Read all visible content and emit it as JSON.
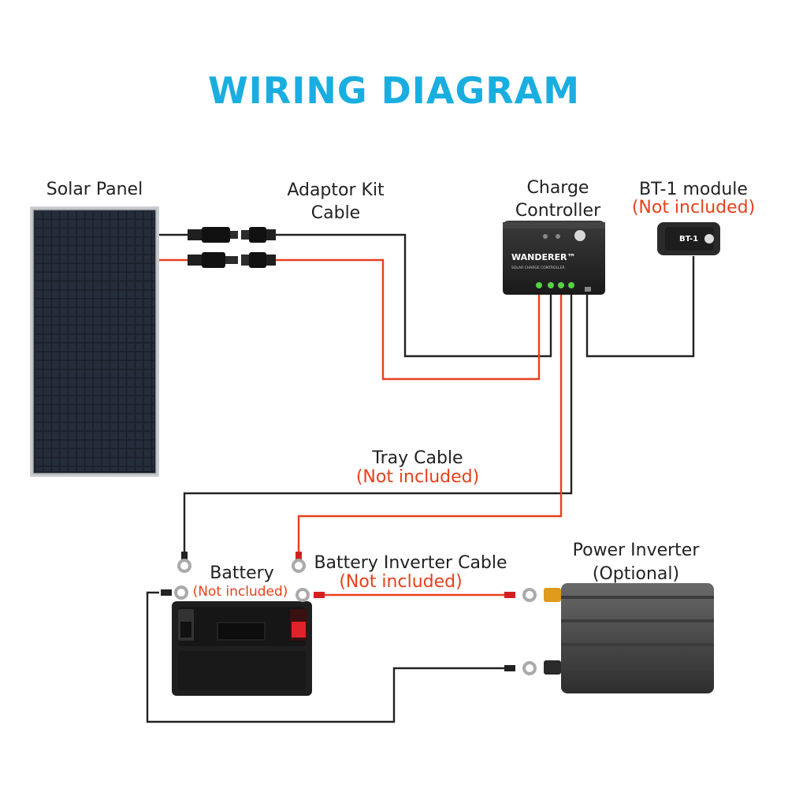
{
  "title": "WIRING DIAGRAM",
  "colors": {
    "title": "#1aaee0",
    "positive_wire": "#e8401c",
    "negative_wire": "#222222",
    "note": "#e8401c"
  },
  "labels": {
    "solar_panel": "Solar Panel",
    "adaptor_kit_line1": "Adaptor Kit",
    "adaptor_kit_line2": "Cable",
    "charge_controller_line1": "Charge",
    "charge_controller_line2": "Controller",
    "bt1_module": "BT-1 module",
    "bt1_note": "(Not included)",
    "tray_cable": "Tray Cable",
    "tray_cable_note": "(Not included)",
    "battery": "Battery",
    "battery_note": "(Not included)",
    "battery_inverter_cable": "Battery Inverter Cable",
    "battery_inverter_note": "(Not included)",
    "power_inverter": "Power Inverter",
    "power_inverter_note": "(Optional)"
  },
  "device_text": {
    "controller_brand": "WANDERER™",
    "controller_sub": "SOLAR CHARGE CONTROLLER",
    "bt1_brand": "BT-1"
  }
}
